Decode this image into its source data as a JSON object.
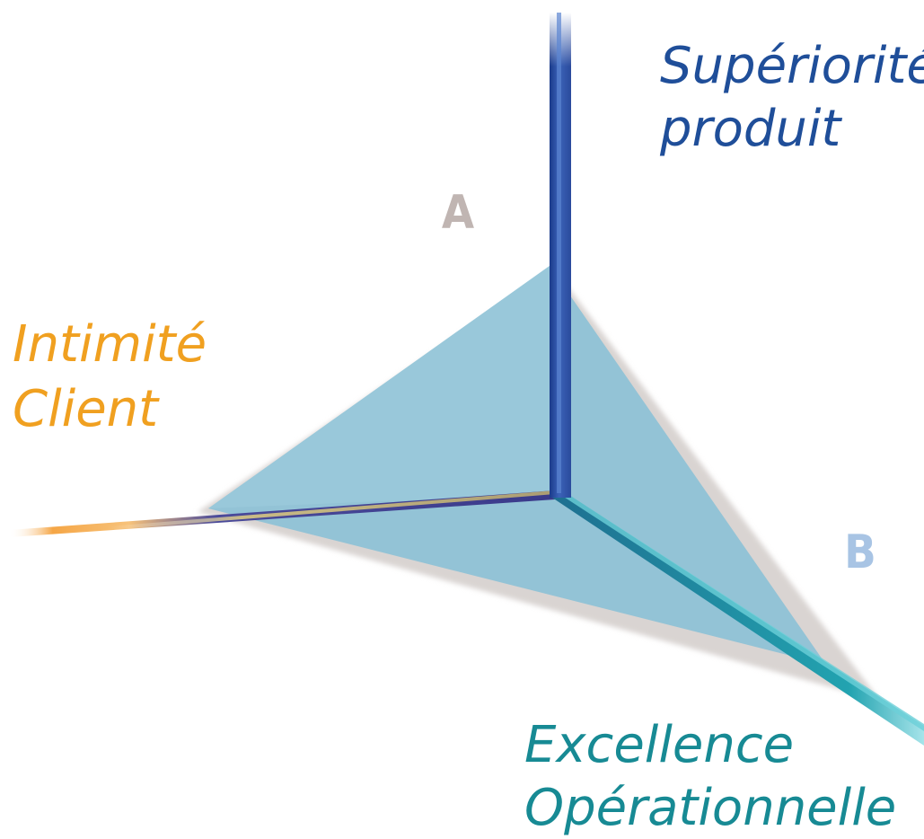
{
  "axes": {
    "product": {
      "line1": "Supériorité",
      "line2": "produit",
      "color": "#1f4e99"
    },
    "customer": {
      "line1": "Intimité",
      "line2": "Client",
      "color": "#f0a020"
    },
    "operational": {
      "line1": "Excellence",
      "line2": "Opérationnelle",
      "color": "#178a94"
    }
  },
  "markers": {
    "a": {
      "text": "A",
      "color": "#c0b5b2"
    },
    "b": {
      "text": "B",
      "color": "#a8c4e4"
    }
  },
  "colors": {
    "triangle_fill": "#8fc0d4",
    "triangle_shadow": "#d9d4d2",
    "axis_blue": "#2a4fa0",
    "axis_teal": "#1a9aa4",
    "axis_orange": "#f2a640"
  }
}
